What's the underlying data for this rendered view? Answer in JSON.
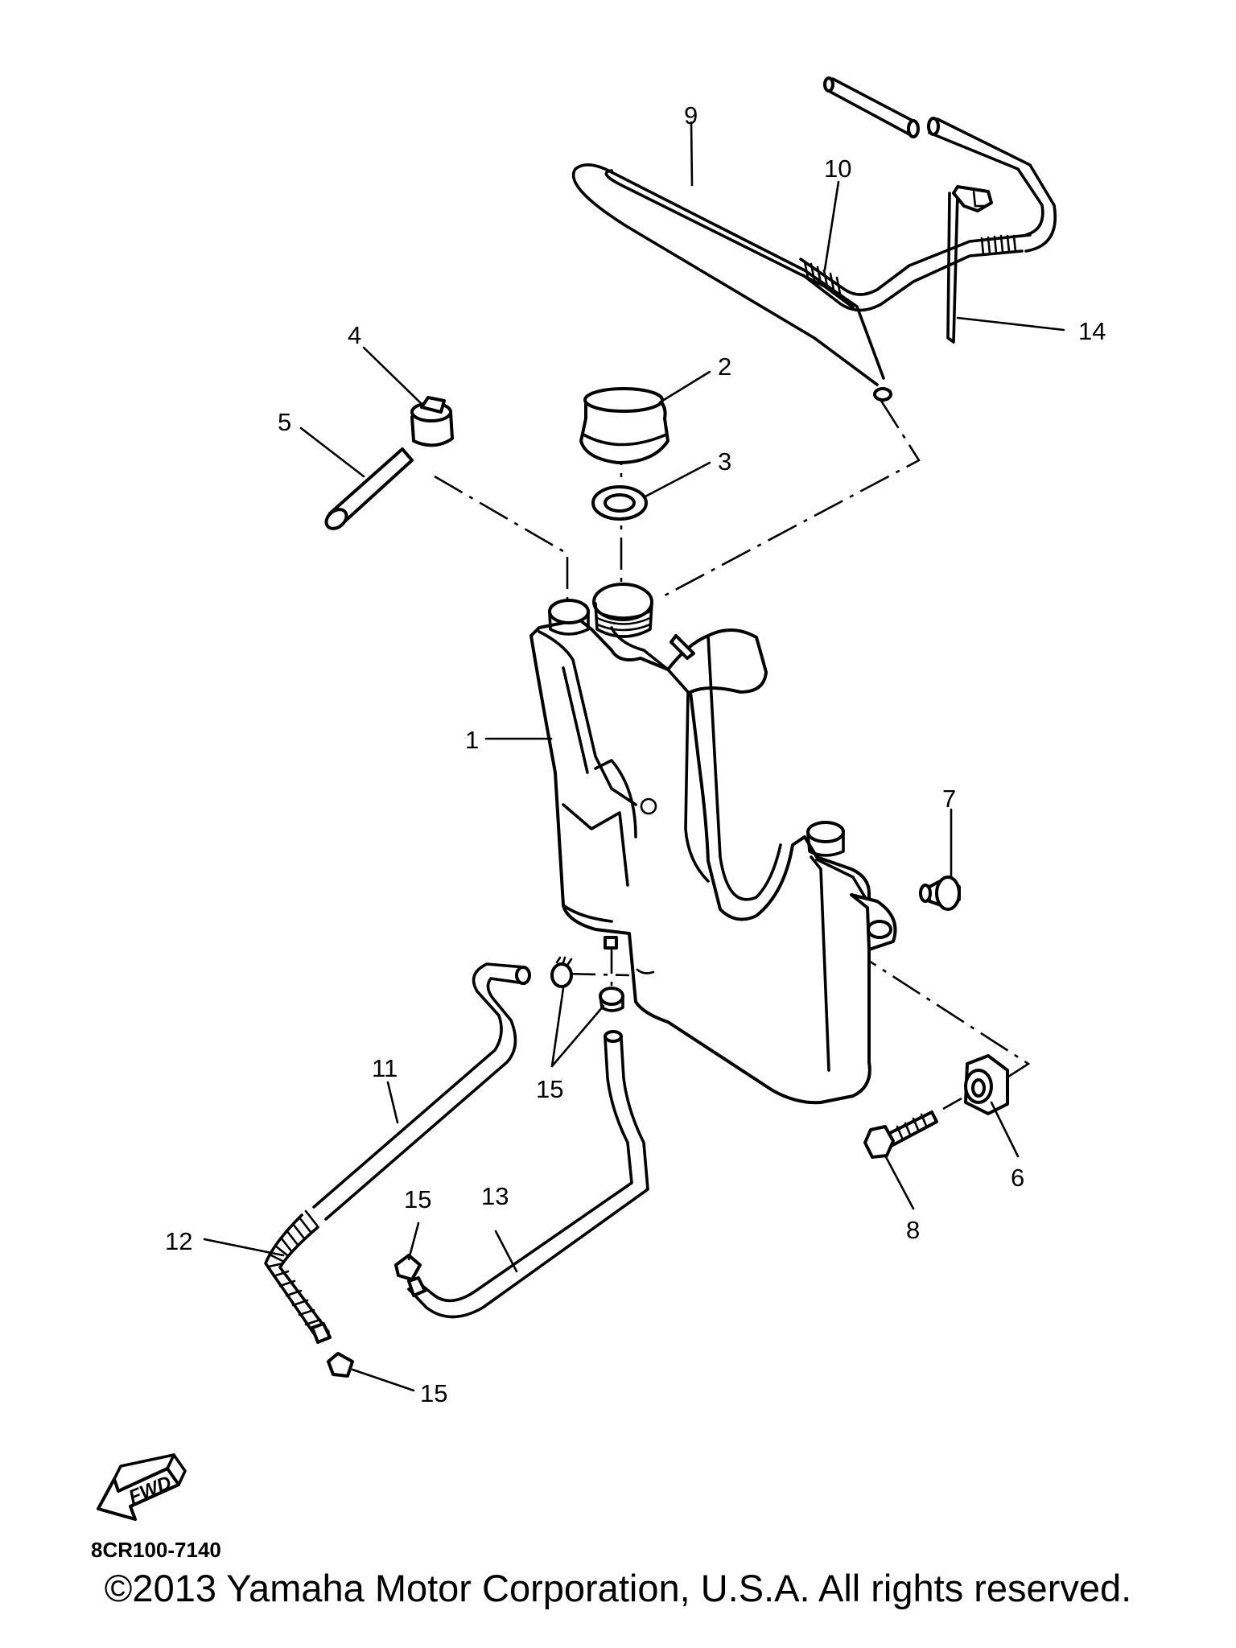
{
  "diagram": {
    "callouts": [
      {
        "id": "1",
        "label": "1"
      },
      {
        "id": "2",
        "label": "2"
      },
      {
        "id": "3",
        "label": "3"
      },
      {
        "id": "4",
        "label": "4"
      },
      {
        "id": "5",
        "label": "5"
      },
      {
        "id": "6",
        "label": "6"
      },
      {
        "id": "7",
        "label": "7"
      },
      {
        "id": "8",
        "label": "8"
      },
      {
        "id": "9",
        "label": "9"
      },
      {
        "id": "10",
        "label": "10"
      },
      {
        "id": "11",
        "label": "11"
      },
      {
        "id": "12",
        "label": "12"
      },
      {
        "id": "13",
        "label": "13"
      },
      {
        "id": "14",
        "label": "14"
      },
      {
        "id": "15a",
        "label": "15"
      },
      {
        "id": "15b",
        "label": "15"
      },
      {
        "id": "15c",
        "label": "15"
      }
    ],
    "fwd_label": "FWD",
    "drawing_code": "8CR100-7140"
  },
  "footer": {
    "copyright": "©2013 Yamaha Motor Corporation, U.S.A. All rights reserved."
  }
}
